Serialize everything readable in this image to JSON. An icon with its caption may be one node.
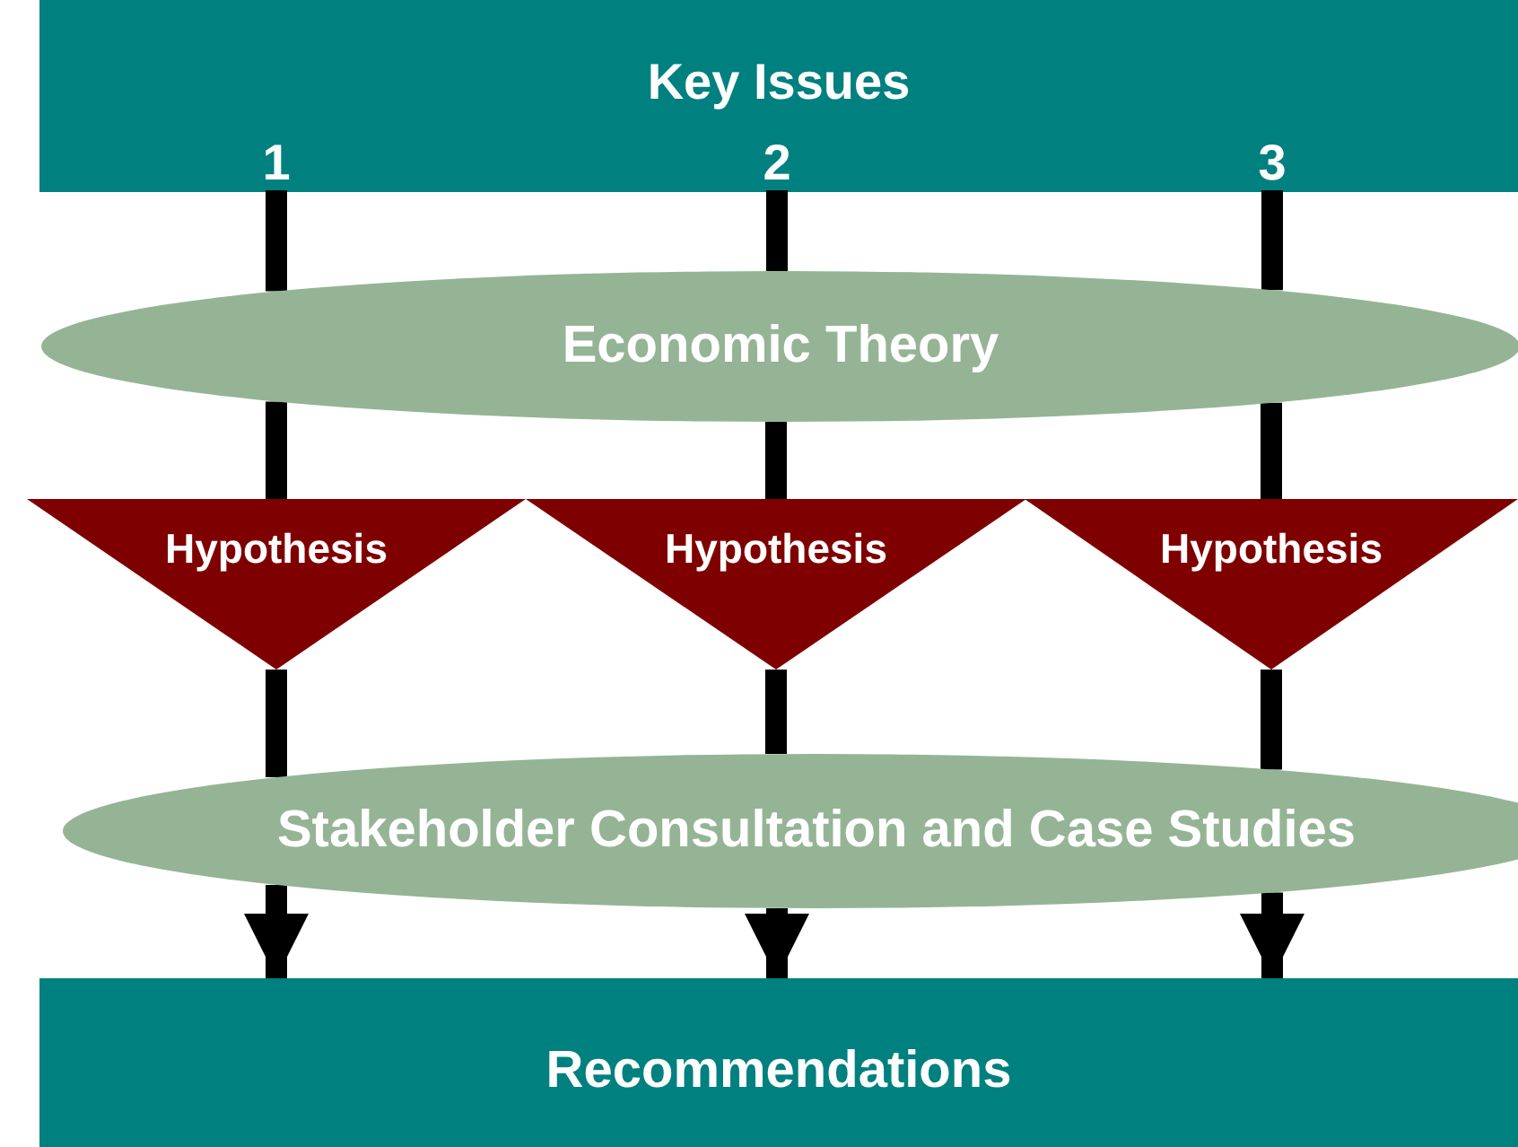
{
  "diagram": {
    "nodes": [
      {
        "text": [
          "Key Issues"
        ]
      },
      {
        "text": [
          "1"
        ],
        "in": 0
      },
      {
        "text": [
          "2"
        ],
        "in": 0
      },
      {
        "text": [
          "3"
        ],
        "in": 0
      },
      {
        "text": [
          "Economic Theory"
        ]
      },
      {
        "text": [
          "Hypothesis"
        ]
      },
      {
        "text": [
          "Hypothesis"
        ]
      },
      {
        "text": [
          "Hypothesis"
        ]
      },
      {
        "text": [
          "Stakeholder Consultation and Case Studies"
        ]
      },
      {
        "text": [
          "Recommendations"
        ]
      }
    ],
    "edges": [
      {
        "from": 1,
        "to": 4,
        "arrow": "none"
      },
      {
        "from": 2,
        "to": 4,
        "arrow": "none"
      },
      {
        "from": 3,
        "to": 4,
        "arrow": "none"
      },
      {
        "from": 4,
        "to": 5,
        "arrow": "none"
      },
      {
        "from": 4,
        "to": 6,
        "arrow": "none"
      },
      {
        "from": 4,
        "to": 7,
        "arrow": "none"
      },
      {
        "from": 5,
        "to": 8,
        "arrow": "none"
      },
      {
        "from": 6,
        "to": 8,
        "arrow": "none"
      },
      {
        "from": 7,
        "to": 8,
        "arrow": "none"
      },
      {
        "from": 8,
        "to": 9,
        "arrow": "to"
      },
      {
        "from": 8,
        "to": 9,
        "arrow": "to"
      },
      {
        "from": 8,
        "to": 9,
        "arrow": "to"
      }
    ]
  }
}
